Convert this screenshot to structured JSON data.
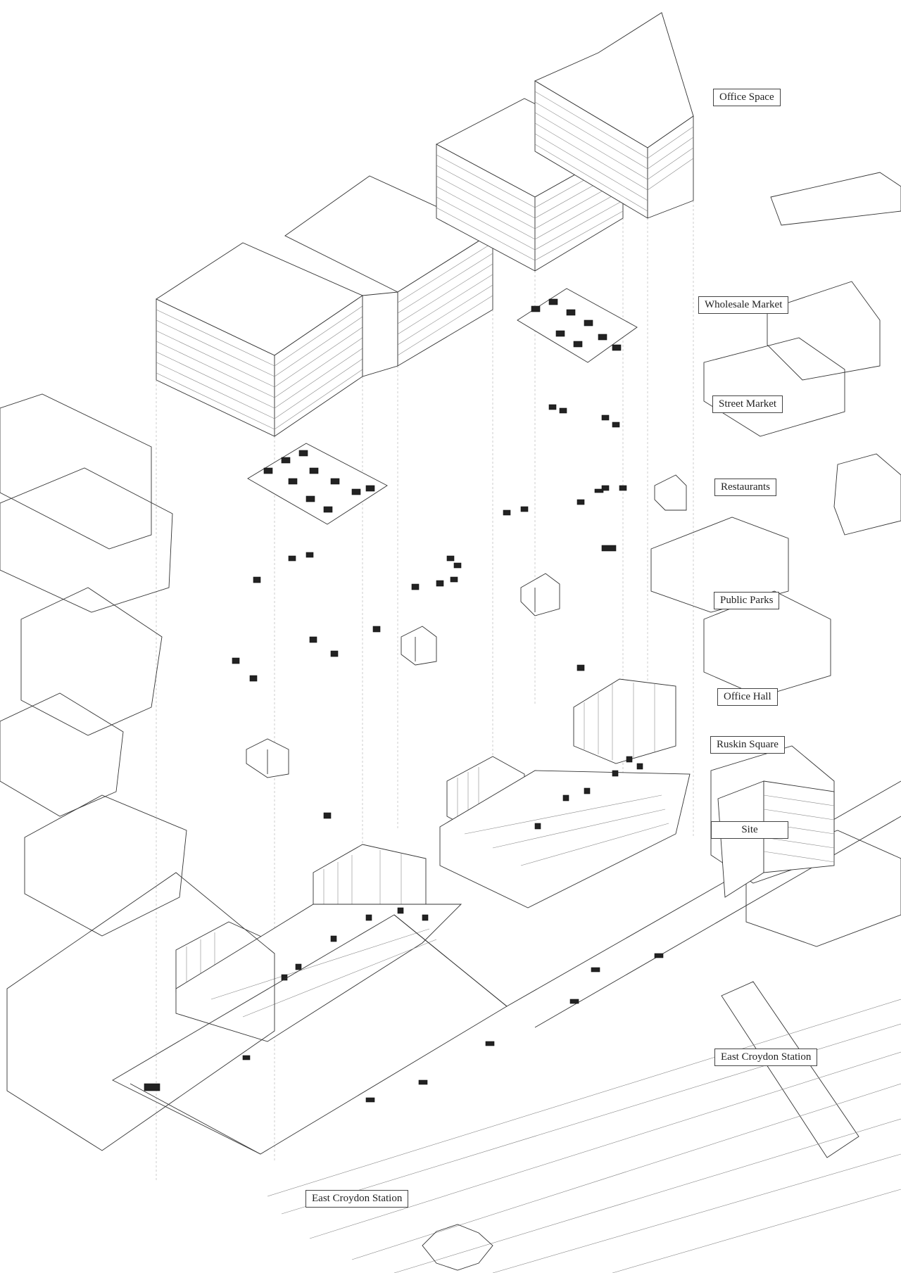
{
  "diagram": {
    "labels": [
      {
        "id": "office-space",
        "text": "Office Space"
      },
      {
        "id": "wholesale-market",
        "text": "Wholesale Market"
      },
      {
        "id": "street-market",
        "text": "Street Market"
      },
      {
        "id": "restaurants",
        "text": "Restaurants"
      },
      {
        "id": "public-parks",
        "text": "Public Parks"
      },
      {
        "id": "office-hall",
        "text": "Office Hall"
      },
      {
        "id": "ruskin-square",
        "text": "Ruskin Square"
      },
      {
        "id": "site",
        "text": "Site"
      },
      {
        "id": "east-croydon-station-right",
        "text": "East Croydon Station"
      },
      {
        "id": "east-croydon-station-bottom",
        "text": "East Croydon Station"
      }
    ]
  }
}
